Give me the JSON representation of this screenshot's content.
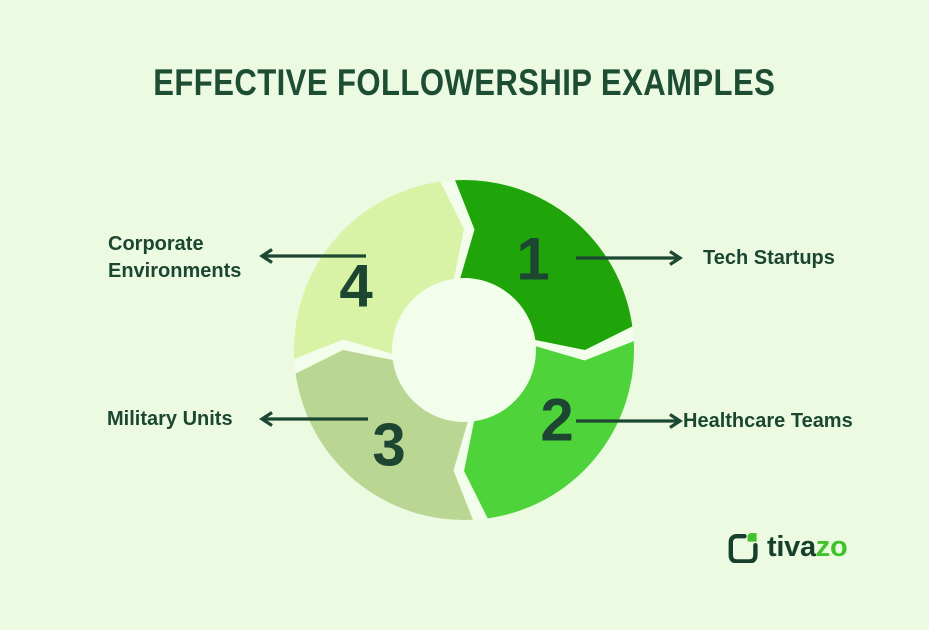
{
  "title": {
    "text": "EFFECTIVE FOLLOWERSHIP EXAMPLES"
  },
  "diagram": {
    "type": "cycle",
    "direction": "clockwise",
    "steps_count": 4,
    "segments": [
      {
        "number": "1",
        "label": "Tech Startups",
        "color": "#1fa50a",
        "label_side": "right"
      },
      {
        "number": "2",
        "label": "Healthcare Teams",
        "color": "#4ed33b",
        "label_side": "right"
      },
      {
        "number": "3",
        "label": "Military Units",
        "color": "#b9d693",
        "label_side": "left"
      },
      {
        "number": "4",
        "label": "Corporate Environments",
        "color": "#d8f3a6",
        "label_side": "left"
      }
    ]
  },
  "logo": {
    "brand_primary": "tiva",
    "brand_accent": "zo",
    "icon": "tivazo-checkbox-leaf-icon"
  },
  "colors": {
    "background": "#edfae2",
    "ring-backing": "#f3fdec",
    "title-text": "#1d4d33",
    "label-text": "#1b4731",
    "number-text": "#1c4631",
    "arrow": "#1c4733",
    "logo-dark": "#16402c",
    "logo-green": "#3fc32b"
  }
}
